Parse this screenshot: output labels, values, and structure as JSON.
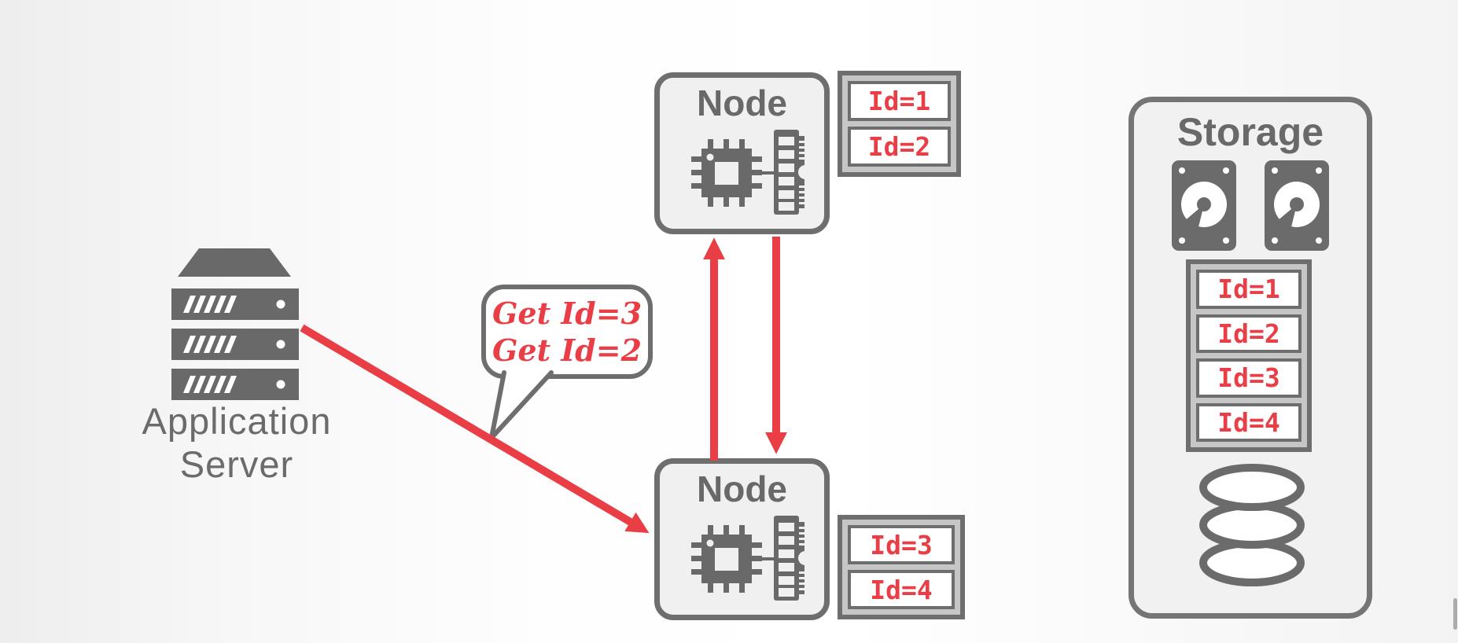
{
  "colors": {
    "accent_red": "#e93e46",
    "outline_gray": "#6e6e6e",
    "panel_silver": "#c6c6c6",
    "box_fill": "#f0f0f0"
  },
  "app_server": {
    "icon": "server-rack-icon",
    "label_line1": "Application",
    "label_line2": "Server"
  },
  "speech_bubble": {
    "line1": "Get Id=3",
    "line2": "Get Id=2"
  },
  "nodes": [
    {
      "title": "Node",
      "icons": [
        "cpu-icon",
        "ram-icon"
      ],
      "ids": [
        "Id=1",
        "Id=2"
      ]
    },
    {
      "title": "Node",
      "icons": [
        "cpu-icon",
        "ram-icon"
      ],
      "ids": [
        "Id=3",
        "Id=4"
      ]
    }
  ],
  "storage": {
    "title": "Storage",
    "icons": [
      "hdd-icon",
      "hdd-icon",
      "database-cylinder-icon"
    ],
    "ids": [
      "Id=1",
      "Id=2",
      "Id=3",
      "Id=4"
    ]
  },
  "arrows": [
    {
      "name": "request-arrow",
      "from": "application-server",
      "to": "node-bottom"
    },
    {
      "name": "replication-arrow-up",
      "from": "node-bottom",
      "to": "node-top"
    },
    {
      "name": "replication-arrow-down",
      "from": "node-top",
      "to": "node-bottom"
    }
  ]
}
